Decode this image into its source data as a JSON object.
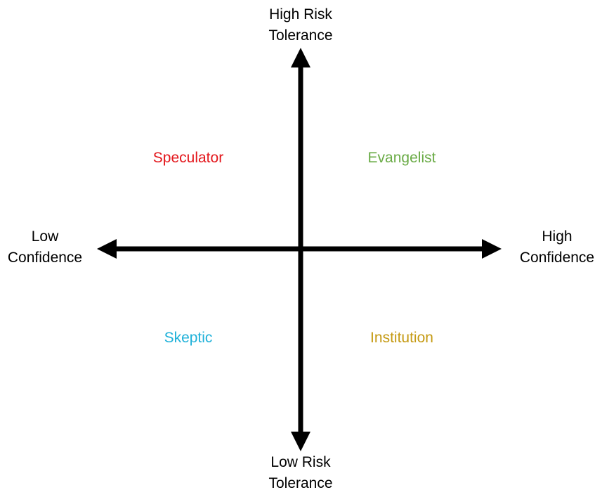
{
  "axes": {
    "top": [
      "High Risk",
      "Tolerance"
    ],
    "bottom": [
      "Low Risk",
      "Tolerance"
    ],
    "left": [
      "Low",
      "Confidence"
    ],
    "right": [
      "High",
      "Confidence"
    ]
  },
  "quadrants": {
    "top_left": {
      "label": "Speculator",
      "color": "#e3161b"
    },
    "top_right": {
      "label": "Evangelist",
      "color": "#6aab46"
    },
    "bottom_left": {
      "label": "Skeptic",
      "color": "#1fb1d9"
    },
    "bottom_right": {
      "label": "Institution",
      "color": "#c59a13"
    }
  },
  "colors": {
    "axis": "#000000",
    "background": "#ffffff"
  }
}
